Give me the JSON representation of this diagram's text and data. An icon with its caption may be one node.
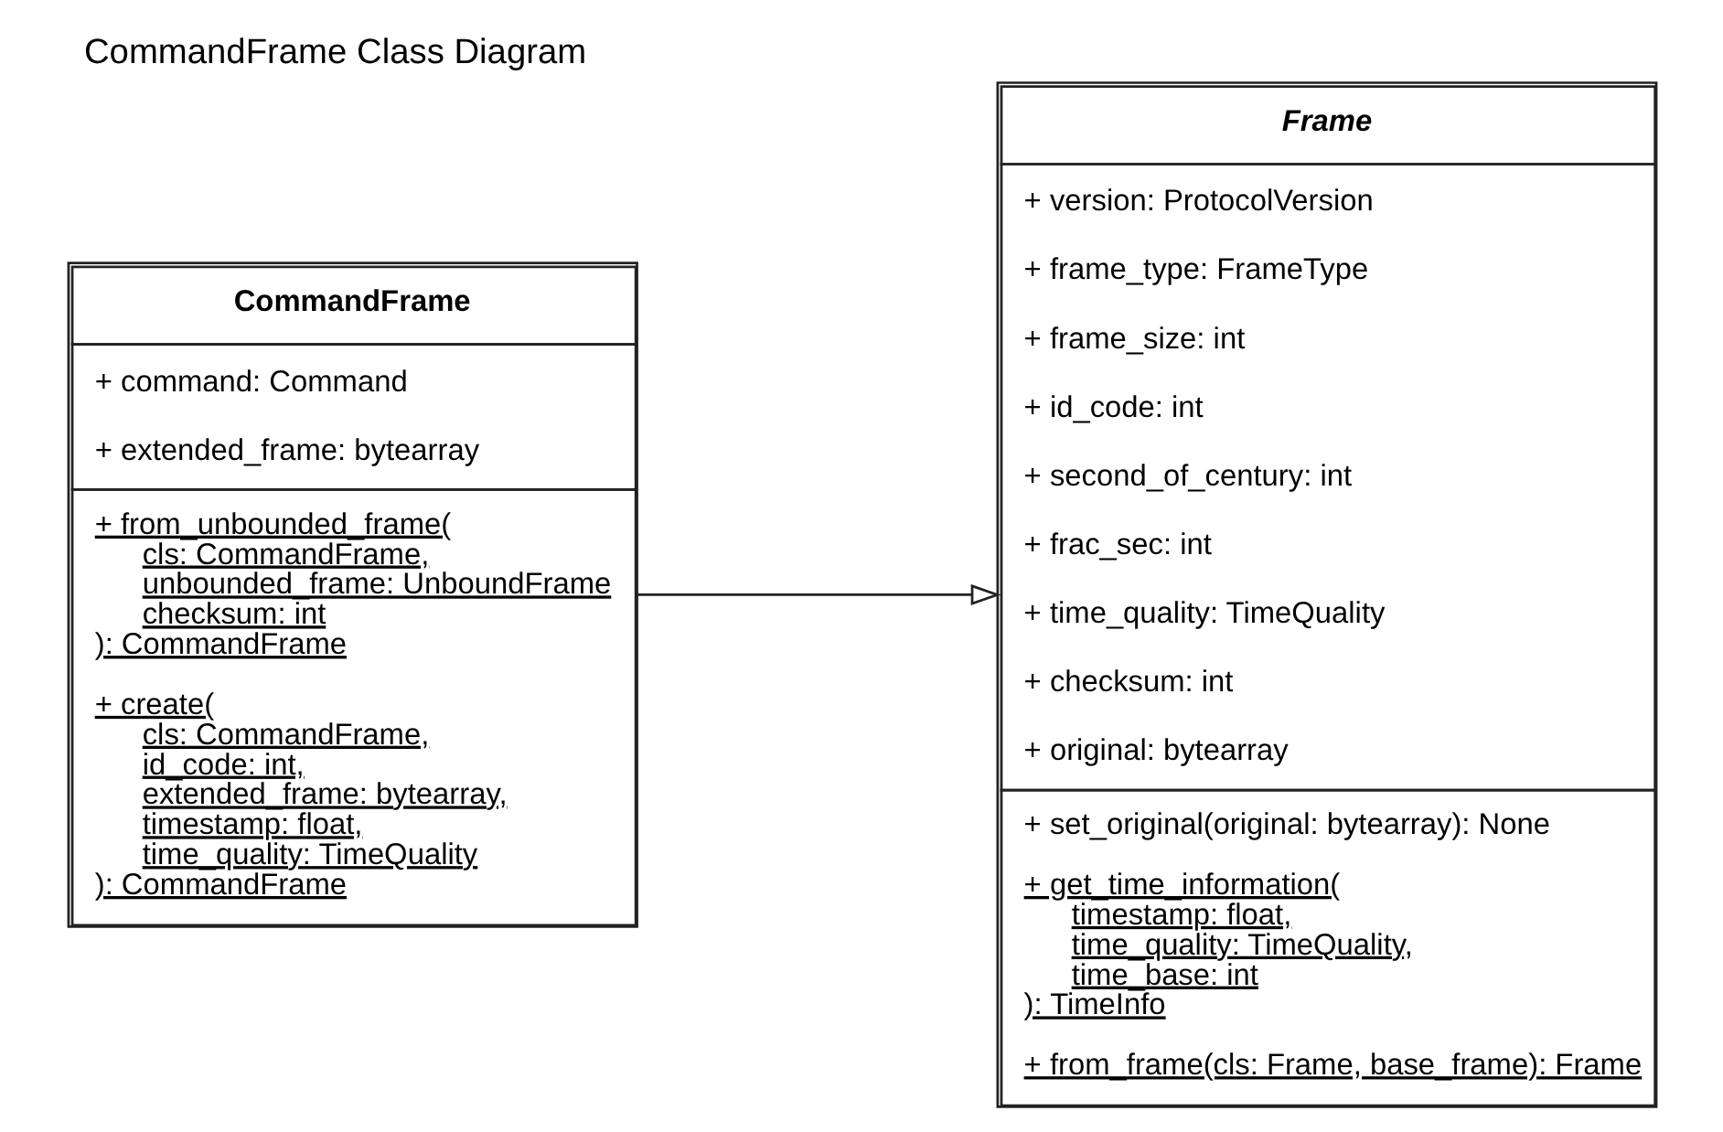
{
  "diagram": {
    "title": "CommandFrame Class Diagram",
    "nodes": [
      {
        "text": [
          "CommandFrame",
          "+ command: Command",
          "+ extended_frame: bytearray",
          "+ from_unbounded_frame( cls: CommandFrame, unbounded_frame: UnboundFrame checksum: int ): CommandFrame",
          "+ create( cls: CommandFrame, id_code: int, extended_frame: bytearray, timestamp: float, time_quality: TimeQuality ): CommandFrame"
        ]
      },
      {
        "text": [
          "Frame",
          "+ version: ProtocolVersion",
          "+ frame_type: FrameType",
          "+ frame_size: int",
          "+ id_code: int",
          "+ second_of_century: int",
          "+ frac_sec: int",
          "+ time_quality: TimeQuality",
          "+ checksum: int",
          "+ original: bytearray",
          "+ set_original(original: bytearray): None",
          "+ get_time_information( timestamp: float, time_quality: TimeQuality, time_base: int ): TimeInfo",
          "+ from_frame(cls: Frame, base_frame): Frame"
        ]
      }
    ],
    "edges": [
      {
        "from": 0,
        "to": 1,
        "arrow": "to"
      }
    ]
  }
}
